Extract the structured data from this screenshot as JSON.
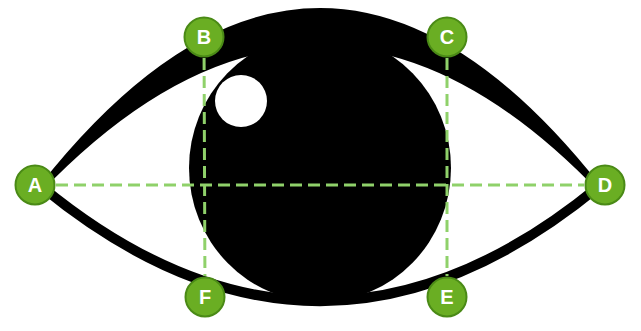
{
  "diagram": {
    "nodes": [
      {
        "text": [
          "B"
        ]
      },
      {
        "text": [
          "C"
        ]
      },
      {
        "text": [
          "A"
        ]
      },
      {
        "text": [
          "D"
        ]
      },
      {
        "text": [
          "F"
        ]
      },
      {
        "text": [
          "E"
        ]
      }
    ],
    "edges": [
      {
        "from": 2,
        "to": 3,
        "arrow": "none"
      },
      {
        "from": 0,
        "to": 4,
        "arrow": "none"
      },
      {
        "from": 1,
        "to": 5,
        "arrow": "none"
      }
    ]
  }
}
